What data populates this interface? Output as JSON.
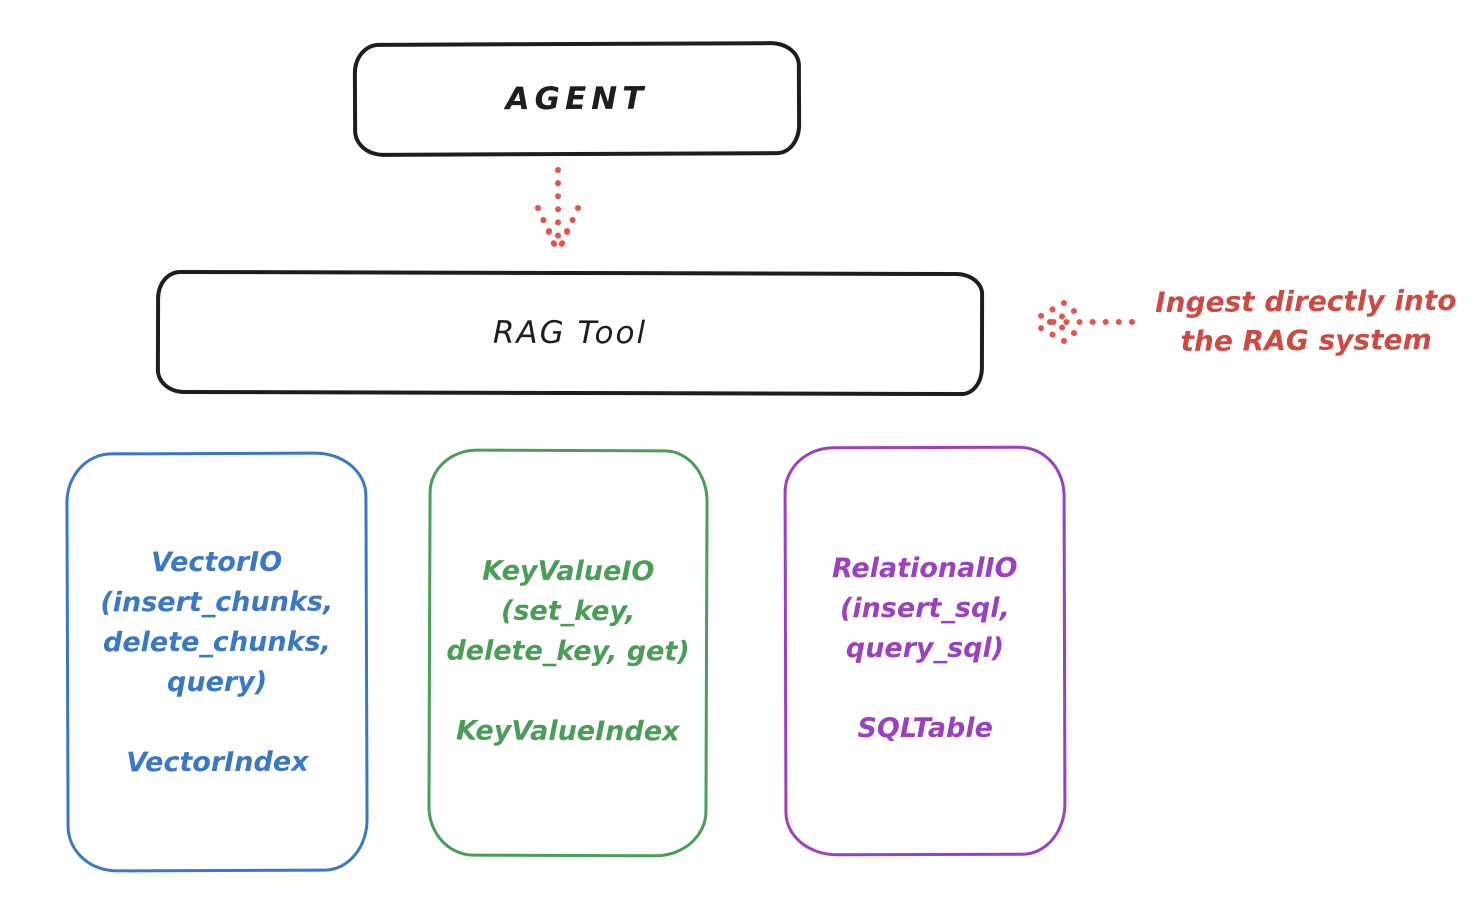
{
  "colors": {
    "ink": "#1d1d1d",
    "blue": "#3b78c4",
    "green": "#4a9d57",
    "purple": "#9b40c0",
    "red-text": "#cd4a42",
    "red-arrow": "#e0564f",
    "background": "#ffffff"
  },
  "diagram": {
    "agent": {
      "label": "AGENT"
    },
    "rag_tool": {
      "label": "RAG Tool"
    },
    "annotation": {
      "line1": "Ingest directly into",
      "line2": "the RAG system"
    },
    "stores": [
      {
        "id": "vector-io",
        "color": "#3b78c4",
        "lines": [
          "VectorIO",
          "(insert_chunks,",
          "delete_chunks,",
          "query)"
        ],
        "index_label": "VectorIndex"
      },
      {
        "id": "keyvalue-io",
        "color": "#4a9d57",
        "lines": [
          "KeyValueIO",
          "(set_key,",
          "delete_key, get)"
        ],
        "index_label": "KeyValueIndex"
      },
      {
        "id": "relational-io",
        "color": "#9b40c0",
        "lines": [
          "RelationalIO",
          "(insert_sql,",
          "query_sql)"
        ],
        "index_label": "SQLTable"
      }
    ]
  }
}
